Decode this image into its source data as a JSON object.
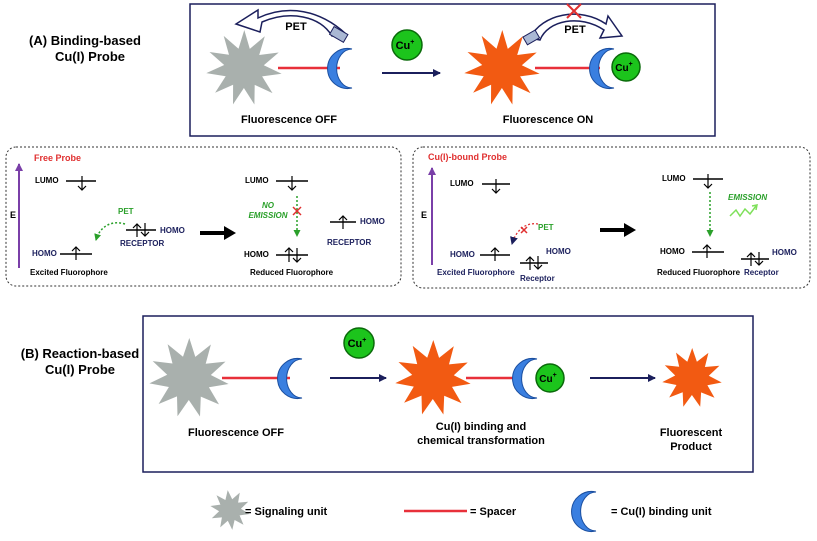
{
  "section_a": {
    "title_line1": "(A) Binding-based",
    "title_line2": "Cu(I) Probe",
    "pet_label": "PET",
    "pet_blocked_label": "PET",
    "cu_ion": "Cu",
    "cu_charge": "+",
    "state_off": "Fluorescence OFF",
    "state_on": "Fluorescence ON"
  },
  "free_probe": {
    "title": "Free Probe",
    "e_axis": "E",
    "left": {
      "lumo": "LUMO",
      "homo": "HOMO",
      "pet": "PET",
      "receptor_homo": "HOMO",
      "receptor": "RECEPTOR",
      "caption": "Excited Fluorophore"
    },
    "right": {
      "lumo": "LUMO",
      "homo": "HOMO",
      "no_emission_line1": "NO",
      "no_emission_line2": "EMISSION",
      "receptor_homo": "HOMO",
      "receptor": "RECEPTOR",
      "caption": "Reduced Fluorophore"
    }
  },
  "bound_probe": {
    "title": "Cu(I)-bound Probe",
    "e_axis": "E",
    "left": {
      "lumo": "LUMO",
      "homo": "HOMO",
      "pet": "PET",
      "receptor_homo": "HOMO",
      "caption": "Excited Fluorophore",
      "receptor": "Receptor"
    },
    "right": {
      "lumo": "LUMO",
      "emission": "EMISSION",
      "homo": "HOMO",
      "receptor_homo": "HOMO",
      "caption": "Reduced Fluorophore",
      "receptor": "Receptor"
    }
  },
  "section_b": {
    "title_line1": "(B) Reaction-based",
    "title_line2": "Cu(I) Probe",
    "cu_ion": "Cu",
    "cu_charge": "+",
    "state_off": "Fluorescence OFF",
    "middle_line1": "Cu(I) binding and",
    "middle_line2": "chemical transformation",
    "product_line1": "Fluorescent",
    "product_line2": "Product"
  },
  "legend": {
    "signaling": "= Signaling unit",
    "spacer": "= Spacer",
    "binding": "= Cu(I) binding unit"
  },
  "colors": {
    "signaling_off": "#a9b0ad",
    "signaling_on": "#f25a12",
    "spacer": "#e8303a",
    "binding_unit": "#3a7fe0",
    "copper": "#1cc41c",
    "arrow": "#1b1f5c",
    "pet_red": "#e03030",
    "green_text": "#2aa02a",
    "axis": "#7a3fa8"
  }
}
